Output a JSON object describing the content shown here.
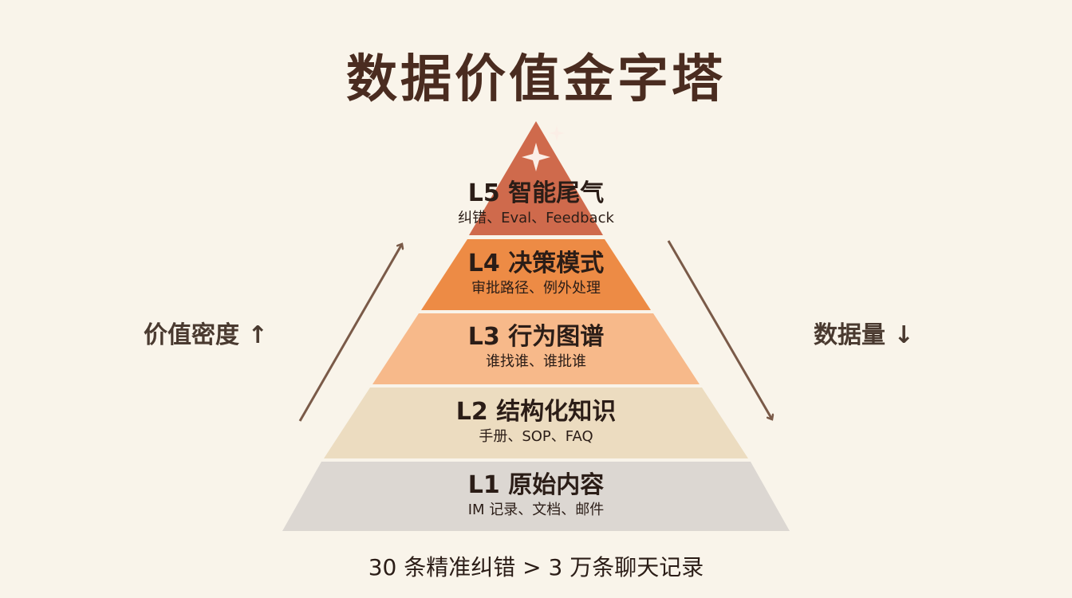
{
  "title": "数据价值金字塔",
  "levels": [
    {
      "title": "L5 智能尾气",
      "subtitle": "纠错、Eval、Feedback",
      "color": "#cf6a4c"
    },
    {
      "title": "L4 决策模式",
      "subtitle": "审批路径、例外处理",
      "color": "#ed8b45"
    },
    {
      "title": "L3 行为图谱",
      "subtitle": "谁找谁、谁批谁",
      "color": "#f7b98a"
    },
    {
      "title": "L2 结构化知识",
      "subtitle": "手册、SOP、FAQ",
      "color": "#ecdcc0"
    },
    {
      "title": "L1 原始内容",
      "subtitle": "IM 记录、文档、邮件",
      "color": "#dcd7d2"
    }
  ],
  "left_label": "价值密度 ↑",
  "right_label": "数据量 ↓",
  "footer": "30 条精准纠错 > 3 万条聊天记录",
  "arrow_color": "#7a5a48",
  "sparkle_icon": "sparkle-icon"
}
